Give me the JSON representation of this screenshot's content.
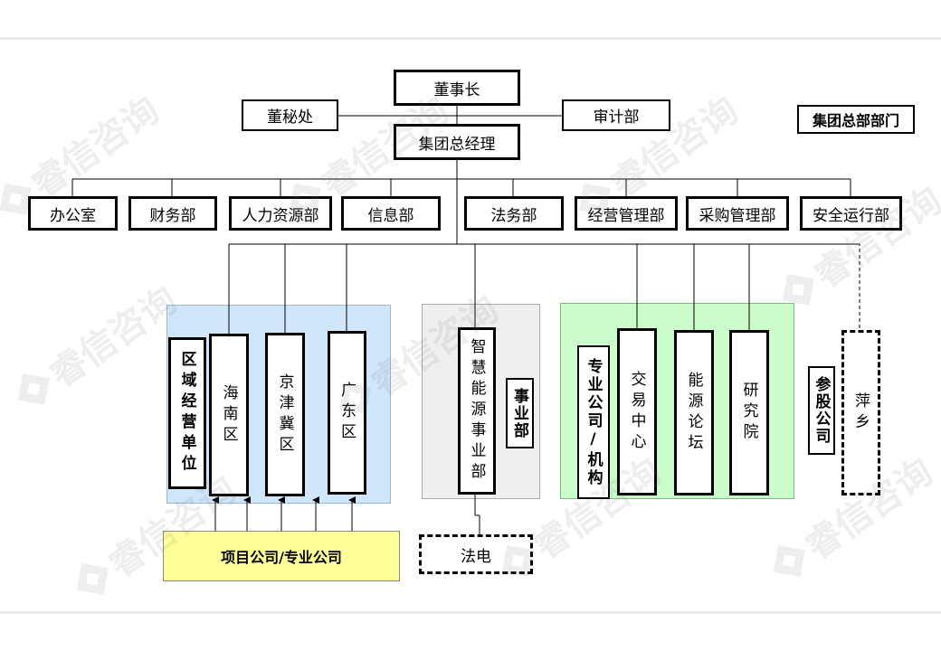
{
  "watermark": "睿信咨询",
  "legend": "集团总部部门",
  "top": {
    "chairman": "董事长",
    "secretary": "董秘处",
    "audit": "审计部",
    "gm": "集团总经理"
  },
  "departments": [
    "办公室",
    "财务部",
    "人力资源部",
    "信息部",
    "法务部",
    "经营管理部",
    "采购管理部",
    "安全运行部"
  ],
  "regional": {
    "label": "区域经营单位",
    "units": [
      "海南区",
      "京津冀区",
      "广东区"
    ]
  },
  "business": {
    "label": "事业部",
    "unit": "智慧能源事业部",
    "sub": "法电"
  },
  "specialized": {
    "label": "专业公司/机构",
    "units": [
      "交易中心",
      "能源论坛",
      "研究院"
    ]
  },
  "equity": {
    "label": "参股公司",
    "unit": "萍乡"
  },
  "project_companies": "项目公司/专业公司",
  "colors": {
    "regional_bg": "#cfe6fb",
    "business_bg": "#efefef",
    "specialized_bg": "#ccfccc",
    "project_bg": "#ffff99"
  }
}
